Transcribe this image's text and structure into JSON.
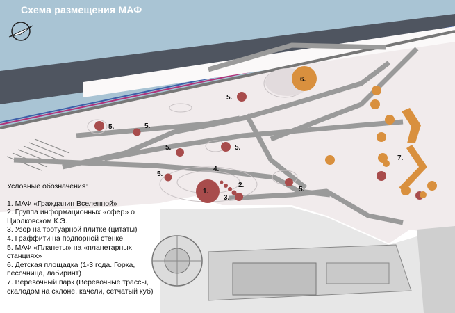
{
  "title": "Схема размещения МАФ",
  "legend": {
    "heading": "Условные обозначения:",
    "items": [
      "1. МАФ «Гражданин Вселенной»",
      "2. Группа информационных «сфер» о Циолковском К.Э.",
      "3. Узор на тротуарной плитке (цитаты)",
      "4.  Граффити на подпорной стенке",
      "5. МАФ «Планеты» на «планетарных станциях»",
      "6. Детская площадка (1-3 года. Горка, песочница, лабиринт)",
      "7. Веревочный парк (Веревочные трассы, скалодом на склоне, качели, сетчатый куб)"
    ]
  },
  "map_labels": {
    "n1": "1.",
    "n2": "2.",
    "n3": "3.",
    "n4": "4.",
    "n5": "5.",
    "n6": "6.",
    "n7": "7."
  },
  "colors": {
    "water": "#a9c4d4",
    "road": "#4f5560",
    "park_ground": "#f1ebec",
    "path": "#9a9a9a",
    "marker_planet": "#a84c4c",
    "marker_playground": "#d9903e",
    "stripe_blue": "#3d5fa8",
    "stripe_magenta": "#b0327a"
  },
  "icons": {
    "compass": "north-arrow-icon"
  }
}
